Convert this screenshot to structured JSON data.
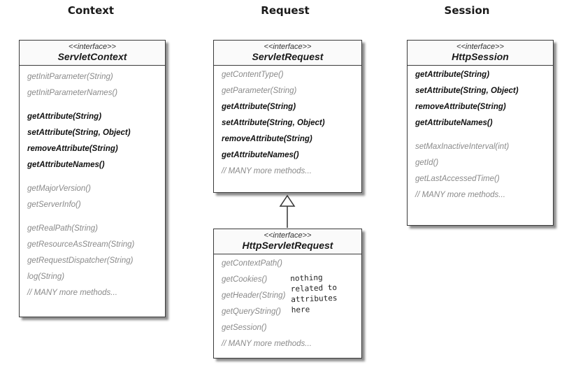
{
  "headings": {
    "context": "Context",
    "request": "Request",
    "session": "Session"
  },
  "servlet_context": {
    "stereotype": "<<interface>>",
    "name": "ServletContext",
    "methods": [
      "getInitParameter(String)",
      "getInitParameterNames()",
      "getAttribute(String)",
      "setAttribute(String, Object)",
      "removeAttribute(String)",
      "getAttributeNames()",
      "getMajorVersion()",
      "getServerInfo()",
      "getRealPath(String)",
      "getResourceAsStream(String)",
      "getRequestDispatcher(String)",
      "log(String)",
      "// MANY more methods..."
    ]
  },
  "servlet_request": {
    "stereotype": "<<interface>>",
    "name": "ServletRequest",
    "methods": [
      "getContentType()",
      "getParameter(String)",
      "getAttribute(String)",
      "setAttribute(String, Object)",
      "removeAttribute(String)",
      "getAttributeNames()",
      "// MANY more methods..."
    ]
  },
  "http_servlet_request": {
    "stereotype": "<<interface>>",
    "name": "HttpServletRequest",
    "methods": [
      "getContextPath()",
      "getCookies()",
      "getHeader(String)",
      "getQueryString()",
      "getSession()",
      "// MANY more methods..."
    ],
    "note": [
      "nothing",
      "related to",
      "attributes",
      "here"
    ]
  },
  "http_session": {
    "stereotype": "<<interface>>",
    "name": "HttpSession",
    "methods": [
      "getAttribute(String)",
      "setAttribute(String, Object)",
      "removeAttribute(String)",
      "getAttributeNames()",
      "setMaxInactiveInterval(int)",
      "getId()",
      "getLastAccessedTime()",
      "// MANY more methods..."
    ]
  }
}
